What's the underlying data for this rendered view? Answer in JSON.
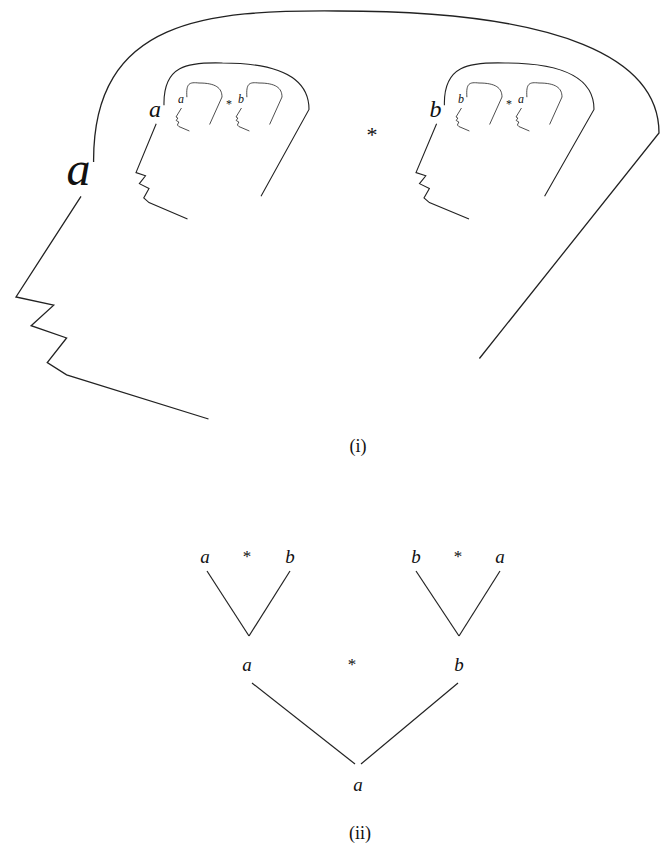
{
  "diagram": {
    "nodes": [
      {
        "text": [
          "a"
        ]
      },
      {
        "text": [
          "a"
        ],
        "in": 0
      },
      {
        "text": [
          "a"
        ],
        "in": 1
      },
      {
        "text": [
          "b"
        ],
        "in": 1
      },
      {
        "text": [
          "b"
        ],
        "in": 0
      },
      {
        "text": [
          "b"
        ],
        "in": 4
      },
      {
        "text": [
          "a"
        ],
        "in": 4
      }
    ],
    "labels": [
      "*",
      "*",
      "*",
      "(i)",
      "a",
      "*",
      "b",
      "b",
      "*",
      "a",
      "a",
      "*",
      "b",
      "a",
      "(ii)"
    ]
  }
}
